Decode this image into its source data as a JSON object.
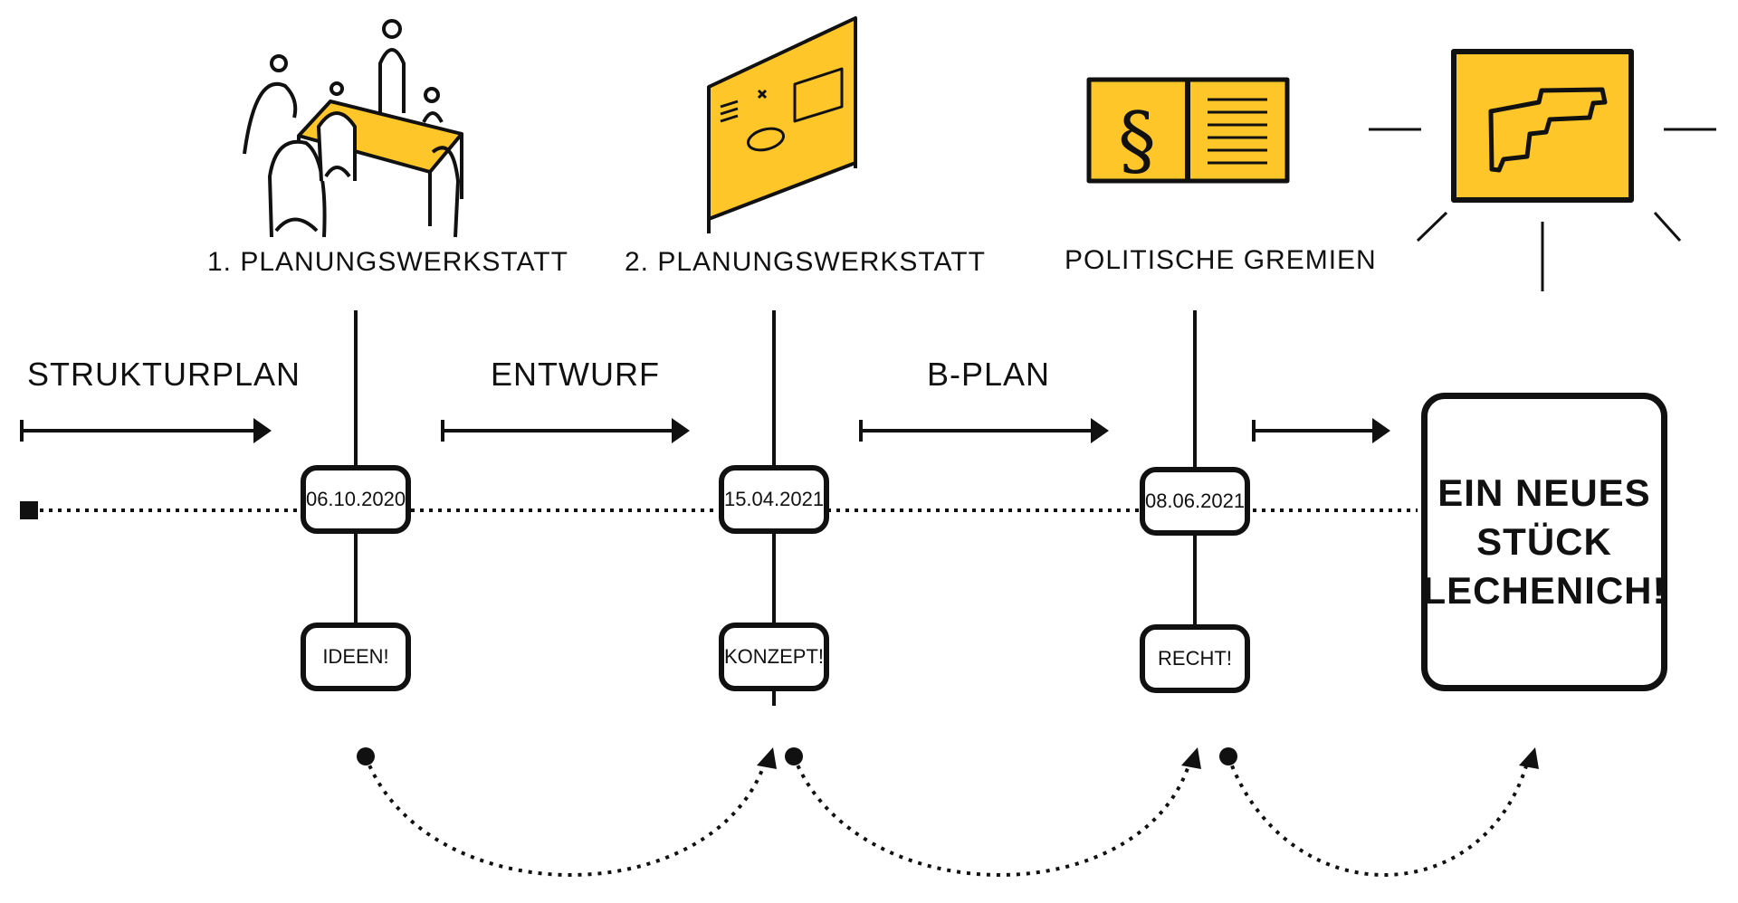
{
  "colors": {
    "accent": "#FFC629",
    "ink": "#111111",
    "background": "#FFFFFF"
  },
  "milestones": [
    {
      "title": "1. PLANUNGSWERKSTATT",
      "date": "06.10.2020",
      "result": "IDEEN!",
      "icon": "workshop-table-icon"
    },
    {
      "title": "2. PLANUNGSWERKSTATT",
      "date": "15.04.2021",
      "result": "KONZEPT!",
      "icon": "planning-board-icon"
    },
    {
      "title": "POLITISCHE GREMIEN",
      "date": "08.06.2021",
      "result": "RECHT!",
      "icon": "law-book-icon"
    }
  ],
  "phases": [
    "STRUKTURPLAN",
    "ENTWURF",
    "B-PLAN"
  ],
  "final": {
    "text": "EIN NEUES\nSTÜCK\nLECHENICH!",
    "icon": "site-plan-icon"
  }
}
